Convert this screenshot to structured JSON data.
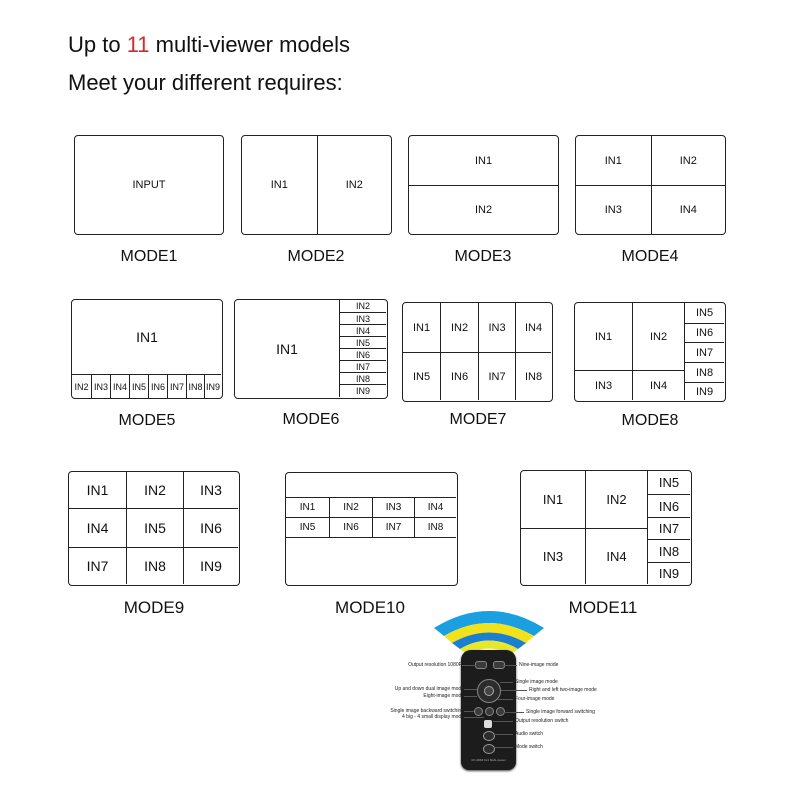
{
  "headline": {
    "line1_prefix": "Up to ",
    "line1_number": "11",
    "line1_suffix": " multi-viewer models",
    "line2": "Meet your different requires:"
  },
  "modes": {
    "m1": {
      "caption": "MODE1",
      "cells": [
        "INPUT"
      ]
    },
    "m2": {
      "caption": "MODE2",
      "cells": [
        "IN1",
        "IN2"
      ]
    },
    "m3": {
      "caption": "MODE3",
      "cells": [
        "IN1",
        "IN2"
      ]
    },
    "m4": {
      "caption": "MODE4",
      "cells": [
        "IN1",
        "IN2",
        "IN3",
        "IN4"
      ]
    },
    "m5": {
      "caption": "MODE5",
      "cells": [
        "IN1",
        "IN2",
        "IN3",
        "IN4",
        "IN5",
        "IN6",
        "IN7",
        "IN8",
        "IN9"
      ]
    },
    "m6": {
      "caption": "MODE6",
      "cells": [
        "IN1",
        "IN2",
        "IN3",
        "IN4",
        "IN5",
        "IN6",
        "IN7",
        "IN8",
        "IN9"
      ]
    },
    "m7": {
      "caption": "MODE7",
      "cells": [
        "IN1",
        "IN2",
        "IN3",
        "IN4",
        "IN5",
        "IN6",
        "IN7",
        "IN8"
      ]
    },
    "m8": {
      "caption": "MODE8",
      "cells": [
        "IN1",
        "IN2",
        "IN3",
        "IN4",
        "IN5",
        "IN6",
        "IN7",
        "IN8",
        "IN9"
      ]
    },
    "m9": {
      "caption": "MODE9",
      "cells": [
        "IN1",
        "IN2",
        "IN3",
        "IN4",
        "IN5",
        "IN6",
        "IN7",
        "IN8",
        "IN9"
      ]
    },
    "m10": {
      "caption": "MODE10",
      "cells": [
        "IN1",
        "IN2",
        "IN3",
        "IN4",
        "IN5",
        "IN6",
        "IN7",
        "IN8"
      ]
    },
    "m11": {
      "caption": "MODE11",
      "cells": [
        "IN1",
        "IN2",
        "IN3",
        "IN4",
        "IN5",
        "IN6",
        "IN7",
        "IN8",
        "IN9"
      ]
    }
  },
  "remote": {
    "labels_left": [
      "Output resolution 1080P",
      "Up and down dual image mode",
      "Eight-image mode",
      "Single image backward switching",
      "4 big - 4 small display mode"
    ],
    "labels_right": [
      "Nine-image mode",
      "Single image mode",
      "Right and left two-image mode",
      "Four-image mode",
      "Single image forward switching",
      "Output resolution switch",
      "Audio switch",
      "Mode switch"
    ],
    "brand_text": "4K HDMI 9x1 Multi-viewer",
    "wave_colors": [
      "#1a9fe0",
      "#f2e21c",
      "#1a7fd0",
      "#e8e82a"
    ]
  }
}
